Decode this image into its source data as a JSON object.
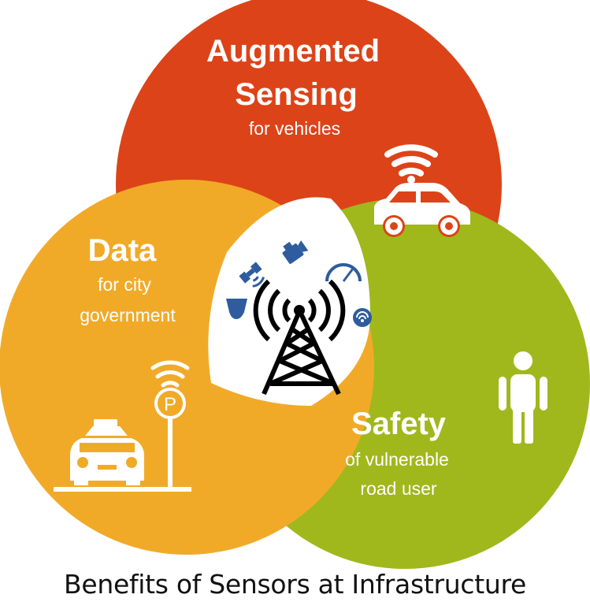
{
  "colors": {
    "augmented": "#dd4318",
    "data": "#f1aa28",
    "safety": "#a0b81c",
    "sensor_icons": "#2e5c9e",
    "tower": "#000000",
    "text_light": "#ffffff",
    "caption": "#111111"
  },
  "segments": {
    "augmented": {
      "title_line1": "Augmented",
      "title_line2": "Sensing",
      "subtitle": "for vehicles",
      "icons": [
        "wifi-icon",
        "car-icon"
      ]
    },
    "data": {
      "title": "Data",
      "subtitle_line1": "for city",
      "subtitle_line2": "government",
      "icons": [
        "wifi-icon",
        "parking-sign-icon",
        "taxi-icon"
      ]
    },
    "safety": {
      "title": "Safety",
      "subtitle_line1": "of vulnerable",
      "subtitle_line2": "road user",
      "icons": [
        "person-icon"
      ]
    }
  },
  "center": {
    "icons": [
      "radio-tower-icon",
      "satellite-icon",
      "camera-icon",
      "speedometer-icon",
      "lidar-icon",
      "radar-sensor-icon"
    ]
  },
  "caption": "Benefits of Sensors at Infrastructure"
}
